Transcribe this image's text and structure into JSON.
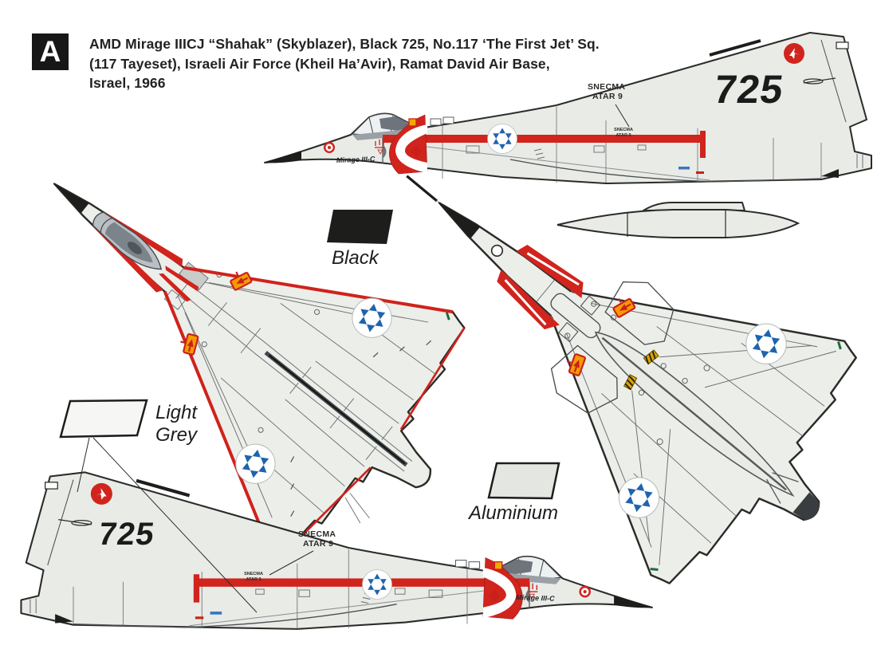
{
  "header": {
    "variant_letter": "A",
    "title_lines": [
      "AMD Mirage IIICJ “Shahak” (Skyblazer), Black 725, No.117 ‘The First Jet’ Sq.",
      "(117 Tayeset), Israeli Air Force (Kheil Ha’Avir), Ramat David Air Base,",
      "Israel, 1966"
    ]
  },
  "swatches": {
    "black": {
      "label": "Black",
      "fill": "#1d1d1b"
    },
    "light_grey": {
      "label": "Light Grey",
      "fill": "#f6f7f4"
    },
    "aluminium": {
      "label": "Aluminium",
      "fill": "#e4e6e1"
    }
  },
  "callouts": {
    "engine_line1": "SNECMA",
    "engine_line2": "ATAR 9"
  },
  "aircraft_markings": {
    "tail_number": "725",
    "nose_script": "Mirage III-C",
    "stencil_engine_line1": "SNECMA",
    "stencil_engine_line2": "ATAR 9"
  },
  "colors": {
    "airframe_grey": "#e9ebe7",
    "trim_red": "#d0241d",
    "star_blue": "#1f63ae",
    "black": "#1d1d1b",
    "canopy_grey": "#8a9197"
  }
}
